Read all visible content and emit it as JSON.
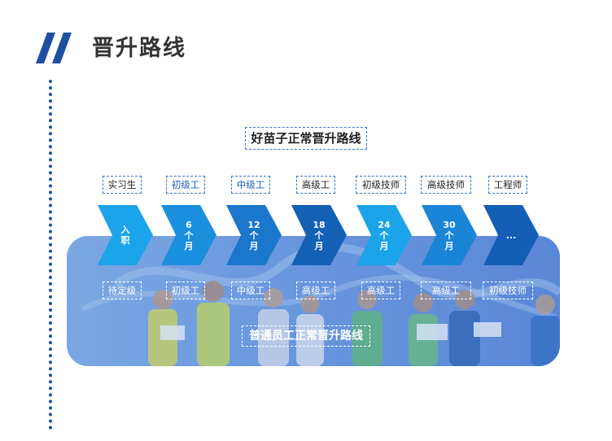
{
  "header": {
    "title": "晋升路线",
    "accent_color": "#1f4fa0"
  },
  "diagram": {
    "top_title": "好苗子正常晋升路线",
    "bottom_title": "普通员工正常晋升路线",
    "steps": [
      {
        "top_label": "实习生",
        "arrow_text": "入\n职",
        "bottom_label": "待定级",
        "color": "#1ba4ea",
        "top_label_blue": false
      },
      {
        "top_label": "初级工",
        "arrow_text": "6\n个\n月",
        "bottom_label": "初级工",
        "color": "#1a8fdd",
        "top_label_blue": true
      },
      {
        "top_label": "中级工",
        "arrow_text": "12\n个\n月",
        "bottom_label": "中级工",
        "color": "#1a77cc",
        "top_label_blue": true
      },
      {
        "top_label": "高级工",
        "arrow_text": "18\n个\n月",
        "bottom_label": "高级工",
        "color": "#1460b4",
        "top_label_blue": false
      },
      {
        "top_label": "初级技师",
        "arrow_text": "24\n个\n月",
        "bottom_label": "高级工",
        "color": "#1ba4ea",
        "top_label_blue": false
      },
      {
        "top_label": "高级技师",
        "arrow_text": "30\n个\n月",
        "bottom_label": "高级工",
        "color": "#1a85d6",
        "top_label_blue": false
      },
      {
        "top_label": "工程师",
        "arrow_text": "...",
        "bottom_label": "初级技师",
        "color": "#145fb5",
        "top_label_blue": false
      }
    ]
  }
}
